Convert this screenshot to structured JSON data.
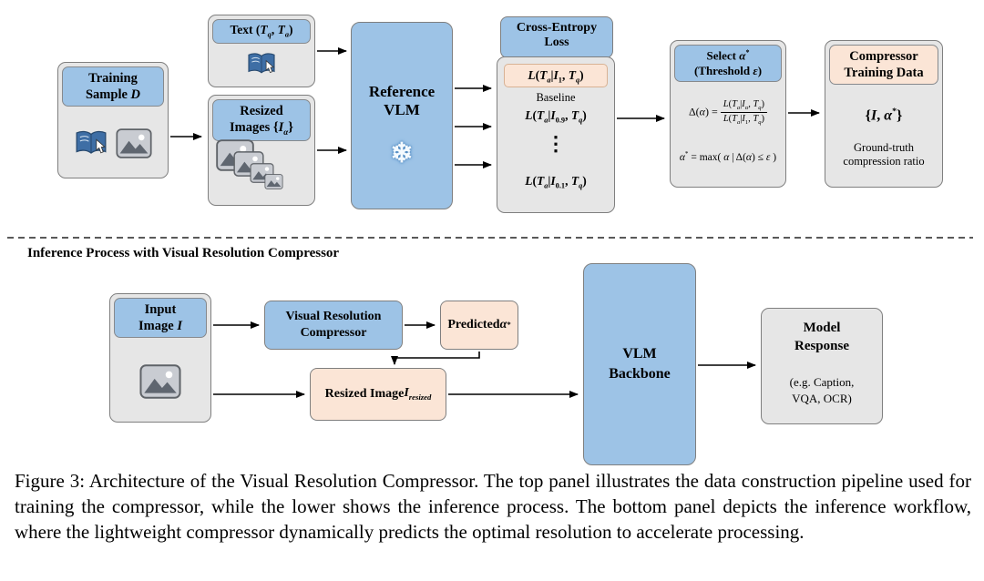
{
  "caption": "Figure 3: Architecture of the Visual Resolution Compressor. The top panel illustrates the data construction pipeline used for training the compressor, while the lower shows the inference process. The bottom panel depicts the inference workflow, where the lightweight compressor dynamically predicts the optimal resolution to accelerate processing.",
  "section_label": "Inference Process with Visual Resolution Compressor",
  "colors": {
    "blue": "#9DC3E6",
    "gray": "#E6E6E6",
    "peach": "#FBE5D6",
    "border": "#7F7F7F"
  },
  "top": {
    "training_sample": {
      "title_html": "Training<br>Sample <i>D</i>"
    },
    "text_box": {
      "title_html": "Text (<i>T<sub>q</sub></i>, <i>T<sub>a</sub></i>)"
    },
    "resized_images": {
      "title_html": "Resized<br>Images {<i>I<sub>α</sub></i>}"
    },
    "reference_vlm": {
      "title_html": "Reference<br>VLM",
      "snowflake_icon": "❄"
    },
    "cross_entropy": {
      "title_html": "Cross-Entropy<br>Loss",
      "baseline_loss_html": "<i>L</i>(<i>T<sub>a</sub></i>|<i>I</i><sub>1</sub>, <i>T<sub>q</sub></i>)",
      "baseline_label": "Baseline",
      "loss_09_html": "<i>L</i>(<i>T<sub>a</sub></i>|<i>I</i><sub>0.9</sub>, <i>T<sub>q</sub></i>)",
      "ellipsis": "⋮",
      "loss_01_html": "<i>L</i>(<i>T<sub>a</sub></i>|<i>I</i><sub>0.1</sub>, <i>T<sub>q</sub></i>)"
    },
    "select_alpha": {
      "title_html": "Select <i>α</i><sup>*</sup><br>(Threshold <i>ε</i>)",
      "delta_lhs_html": "Δ(<i>α</i>) =",
      "frac_num_html": "<i>L</i>(<i>T<sub>a</sub></i>|<i>I<sub>α</sub></i>, <i>T<sub>q</sub></i>)",
      "frac_den_html": "<i>L</i>(<i>T<sub>a</sub></i>|<i>I</i><sub>1</sub>, <i>T<sub>q</sub></i>)",
      "alpha_rule_html": "<i>α</i><sup>*</sup> = max( <i>α</i> | Δ(<i>α</i>) ≤ <i>ε</i> )"
    },
    "compressor_training": {
      "title_html": "Compressor<br>Training Data",
      "value_html": "{<i>I</i>, <i>α</i><sup>*</sup>}",
      "subtitle": "Ground-truth compression ratio"
    }
  },
  "bottom": {
    "input_image": {
      "title_html": "Input<br>Image <i>I</i>"
    },
    "compressor": {
      "title_html": "Visual Resolution<br>Compressor"
    },
    "predicted": {
      "title_html": "Predicted<br><i>α</i><sup>*</sup>"
    },
    "resized_image": {
      "title_html": "Resized Image<br><i>I<sub>resized</sub></i>"
    },
    "vlm_backbone": {
      "title_html": "VLM<br>Backbone"
    },
    "model_response": {
      "title_html": "Model<br>Response",
      "subtitle_html": "(e.g. Caption,<br>VQA, OCR)"
    }
  }
}
